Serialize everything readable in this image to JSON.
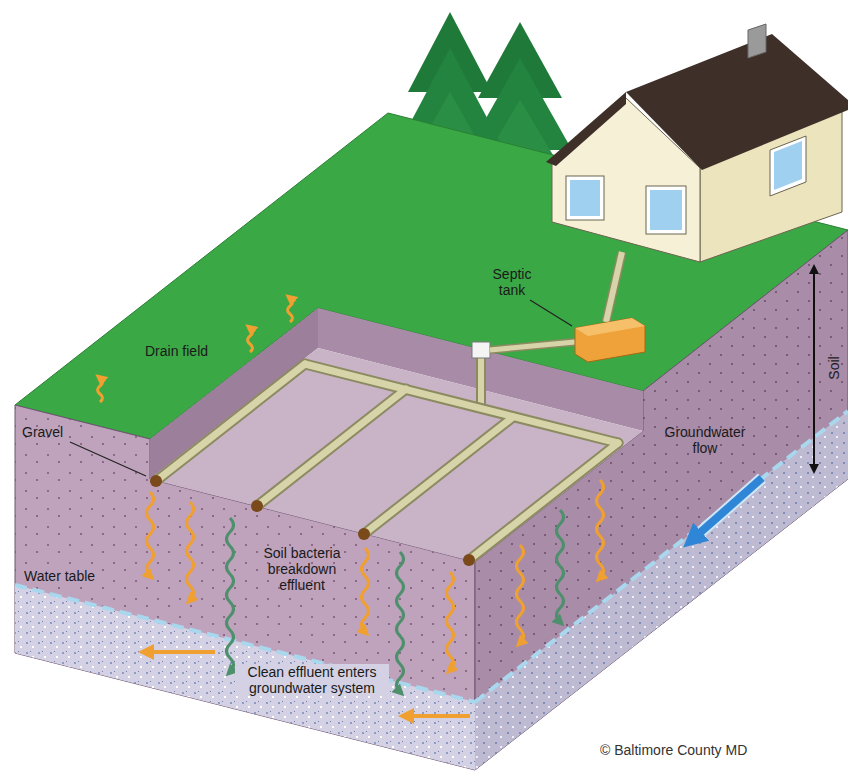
{
  "diagram": {
    "labels": [
      "Septic tank",
      "Drain field",
      "Gravel",
      "Soil",
      "Groundwater flow",
      "Water table",
      "Soil bacteria breakdown effluent",
      "Clean effluent enters groundwater system",
      "© Baltimore County MD"
    ]
  }
}
